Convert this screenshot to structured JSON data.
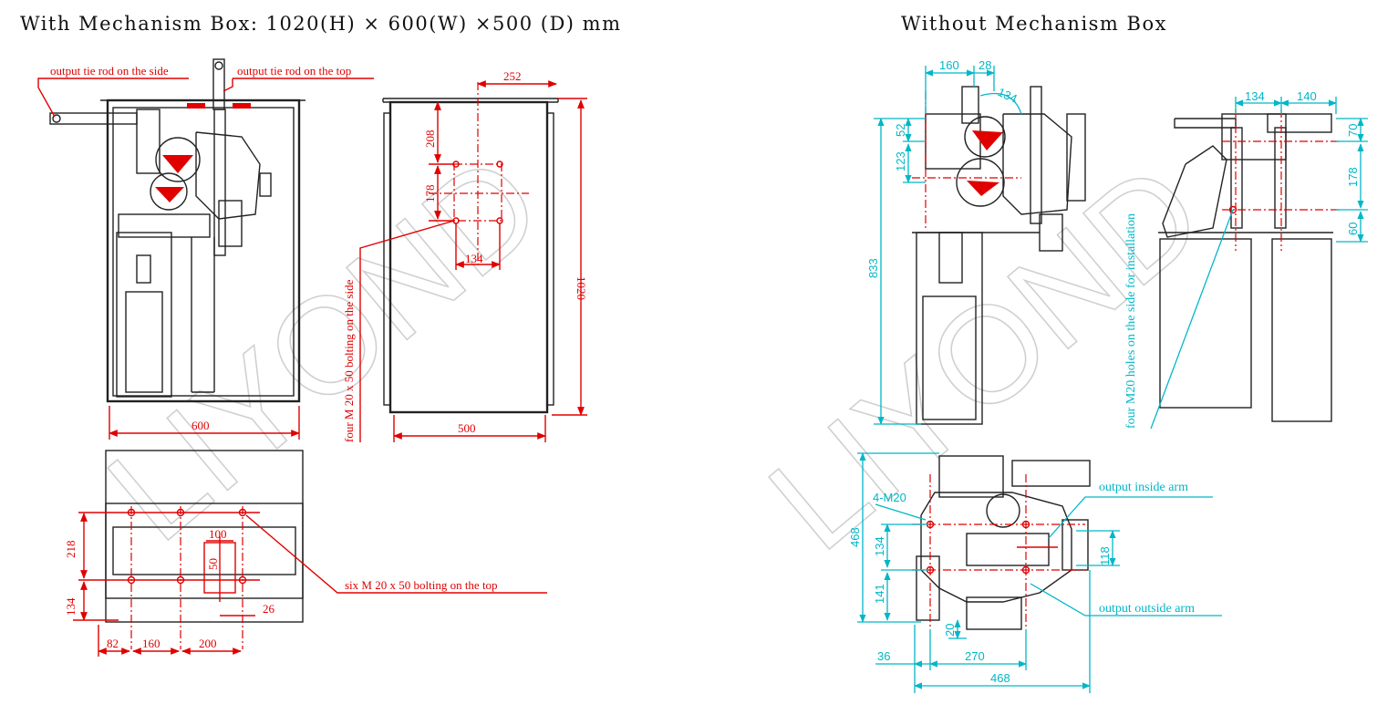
{
  "titles": {
    "left": "With Mechanism Box: 1020(H) × 600(W) ×500 (D) mm",
    "right": "Without Mechanism Box"
  },
  "watermark": "LIYOND",
  "left_labels": {
    "side_rod": "output tie rod on the side",
    "top_rod": "output tie rod on the top",
    "side_bolting": "four M 20 x 50 bolting on the side",
    "top_bolting": "six M 20 x 50 bolting on the top"
  },
  "left_dims": {
    "width_front": "600",
    "depth_side": "500",
    "height_side": "1020",
    "d252": "252",
    "d208": "208",
    "d178": "178",
    "d134": "134",
    "d218": "218",
    "d134b": "134",
    "d100": "100",
    "d50": "50",
    "d26": "26",
    "d82": "82",
    "d160": "160",
    "d200": "200"
  },
  "right_labels": {
    "install_holes": "four M20 holes on the side for installation",
    "inside_arm": "output inside arm",
    "outside_arm": "output outside arm",
    "m20": "4-M20"
  },
  "right_dims": {
    "d160": "160",
    "d28": "28",
    "d134a": "134",
    "d52": "52",
    "d123": "123",
    "d833": "833",
    "d134b": "134",
    "d140": "140",
    "d70": "70",
    "d178": "178",
    "d60": "60",
    "d468v": "468",
    "d134c": "134",
    "d141": "141",
    "d118": "118",
    "d20": "20",
    "d36": "36",
    "d270": "270",
    "d468h": "468"
  },
  "colors": {
    "dimension_red": "#e00000",
    "dimension_cyan": "#00b7c7",
    "outline": "#222222"
  }
}
